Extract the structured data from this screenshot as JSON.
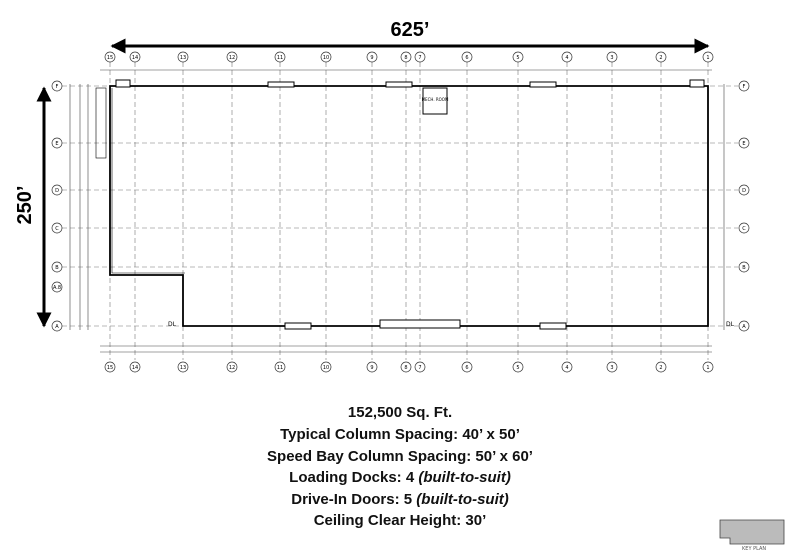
{
  "dimensions": {
    "width_label": "625’",
    "height_label": "250’"
  },
  "grid": {
    "columns": [
      "15",
      "14",
      "13",
      "12",
      "11",
      "10",
      "9",
      "8",
      "7",
      "6",
      "5",
      "4",
      "3",
      "2",
      "1"
    ],
    "rows_right": [
      "F",
      "E",
      "D",
      "C",
      "B",
      "A"
    ],
    "rows_left": [
      "F",
      "E",
      "D",
      "C",
      "B",
      "A.8",
      "A"
    ]
  },
  "plan_labels": {
    "mech_room": "MECH. ROOM",
    "dl_left": "DL",
    "dl_right": "DL"
  },
  "specs": {
    "area": "152,500 Sq. Ft.",
    "column_spacing": "Typical Column Spacing: 40’ x 50’",
    "speed_bay": "Speed Bay Column Spacing: 50’ x 60’",
    "loading_docks_prefix": "Loading Docks: 4 ",
    "loading_docks_note": "(built-to-suit)",
    "drive_in_prefix": "Drive-In Doors: 5 ",
    "drive_in_note": "(built-to-suit)",
    "ceiling": "Ceiling Clear Height: 30’"
  },
  "key_plan": {
    "label": "KEY PLAN"
  }
}
